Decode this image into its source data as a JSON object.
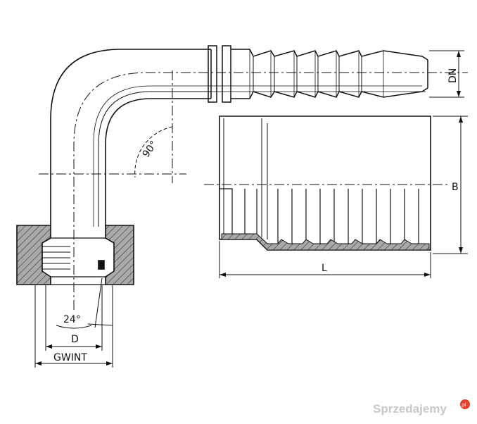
{
  "labels": {
    "angle_bend": "90°",
    "angle_cone": "24°",
    "dn": "DN",
    "b": "B",
    "l": "L",
    "d": "D",
    "gwint": "GWINT"
  },
  "watermark": {
    "text": "Sprzedajemy",
    "suffix": ".pl"
  },
  "colors": {
    "line": "#111111",
    "hatch_fill": "#a9a9a9",
    "watermark": "#c8c8c8",
    "badge": "#e0422f"
  }
}
